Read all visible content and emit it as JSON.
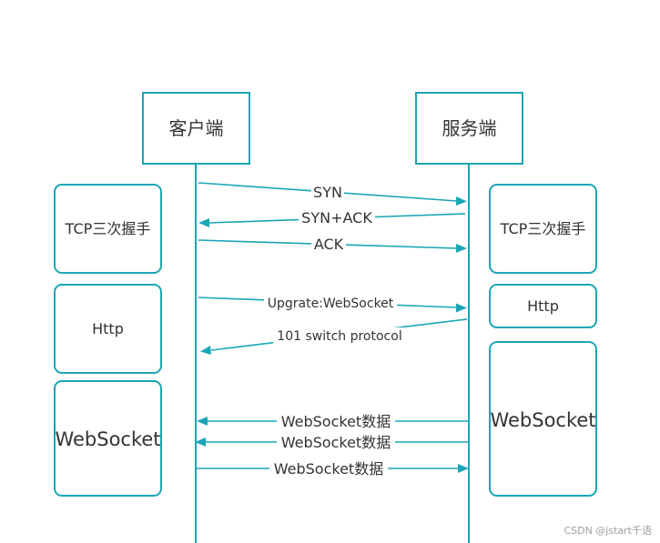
{
  "participants": {
    "client": "客户端",
    "server": "服务端"
  },
  "phases": {
    "client": {
      "tcp": "TCP三次握手",
      "http": "Http",
      "websocket": "WebSocket"
    },
    "server": {
      "tcp": "TCP三次握手",
      "http": "Http",
      "websocket": "WebSocket"
    }
  },
  "messages": [
    {
      "label": "SYN",
      "direction": "client-to-server"
    },
    {
      "label": "SYN+ACK",
      "direction": "server-to-client"
    },
    {
      "label": "ACK",
      "direction": "client-to-server"
    },
    {
      "label": "Upgrate:WebSocket",
      "direction": "client-to-server"
    },
    {
      "label": "101 switch protocol",
      "direction": "server-to-client"
    },
    {
      "label": "WebSocket数据",
      "direction": "server-to-client"
    },
    {
      "label": "WebSocket数据",
      "direction": "server-to-client"
    },
    {
      "label": "WebSocket数据",
      "direction": "client-to-server"
    }
  ],
  "watermark": "CSDN @jstart千语",
  "colors": {
    "accent": "#1aa6b7",
    "text": "#333333"
  }
}
